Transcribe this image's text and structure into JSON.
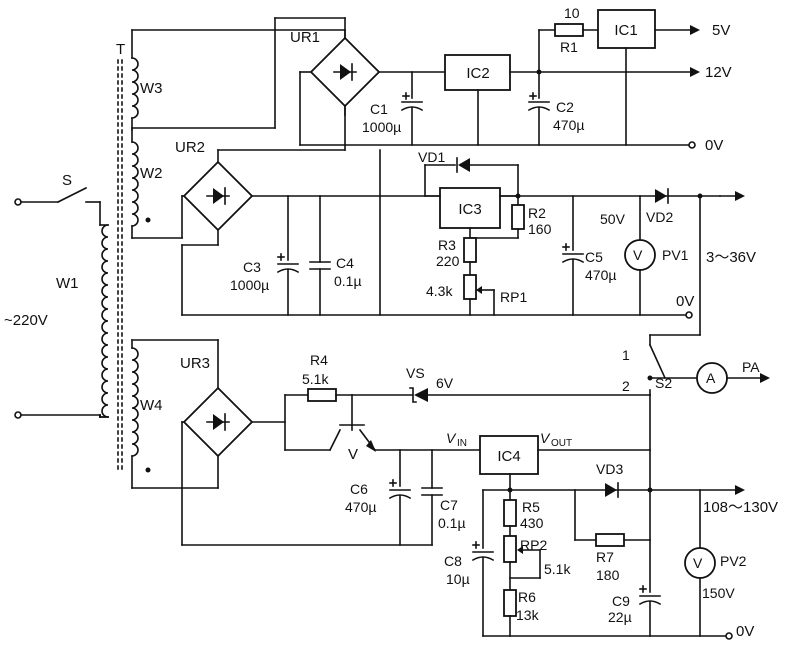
{
  "labels": {
    "T": "T",
    "W1": "W1",
    "W2": "W2",
    "W3": "W3",
    "W4": "W4",
    "S": "S",
    "mains": "~220V",
    "UR1": "UR1",
    "UR2": "UR2",
    "UR3": "UR3",
    "IC1": "IC1",
    "IC2": "IC2",
    "IC3": "IC3",
    "IC4": "IC4",
    "R1": "R1",
    "R1v": "10",
    "R2": "R2",
    "R2v": "160",
    "R3": "R3",
    "R3v": "220",
    "R4": "R4",
    "R4v": "5.1k",
    "R5": "R5",
    "R5v": "430",
    "R6": "R6",
    "R6v": "13k",
    "R7": "R7",
    "R7v": "180",
    "RP1": "RP1",
    "RP1v": "4.3k",
    "RP2": "RP2",
    "RP2v": "5.1k",
    "C1": "C1",
    "C1v": "1000µ",
    "C2": "C2",
    "C2v": "470µ",
    "C3": "C3",
    "C3v": "1000µ",
    "C4": "C4",
    "C4v": "0.1µ",
    "C5": "C5",
    "C5v": "470µ",
    "C6": "C6",
    "C6v": "470µ",
    "C7": "C7",
    "C7v": "0.1µ",
    "C8": "C8",
    "C8v": "10µ",
    "C9": "C9",
    "C9v": "22µ",
    "VD1": "VD1",
    "VD2": "VD2",
    "VD3": "VD3",
    "VS": "VS",
    "VSv": "6V",
    "V": "V",
    "VIN": "V",
    "VINsub": "IN",
    "VOUT": "V",
    "VOUTsub": "OUT",
    "PV1": "PV1",
    "PV1v": "50V",
    "PV2": "PV2",
    "PV2v": "150V",
    "PA": "PA",
    "A": "A",
    "Vm": "V",
    "S2": "S2",
    "pos1": "1",
    "pos2": "2",
    "out5": "5V",
    "out12": "12V",
    "out0a": "0V",
    "out0b": "0V",
    "out0c": "0V",
    "out336": "3～36V",
    "out108": "108～130V"
  }
}
